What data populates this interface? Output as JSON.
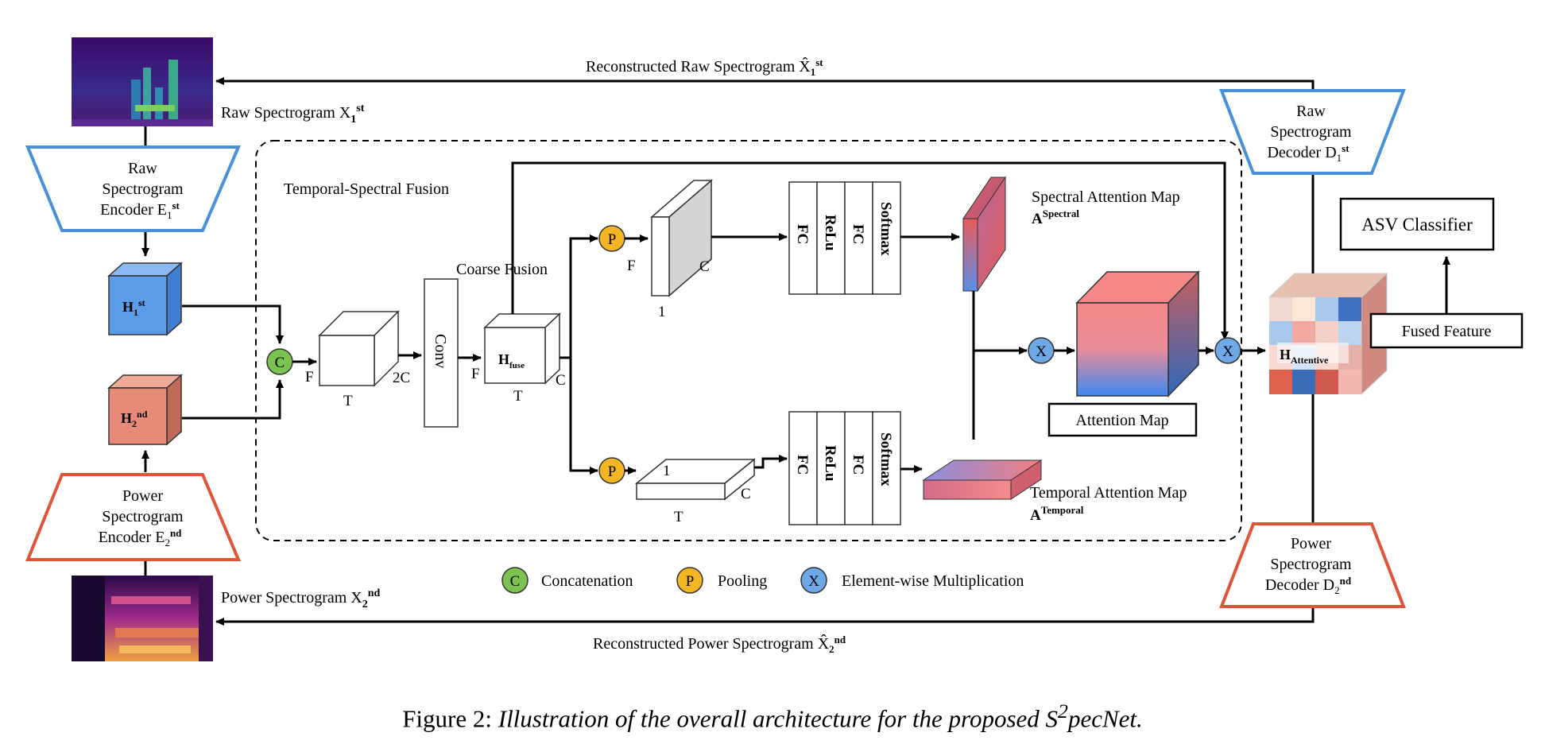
{
  "encoders": {
    "raw": {
      "line1": "Raw",
      "line2": "Spectrogram",
      "line3": "Encoder E",
      "sub": "1",
      "sup": "st"
    },
    "power": {
      "line1": "Power",
      "line2": "Spectrogram",
      "line3": "Encoder E",
      "sub": "2",
      "sup": "nd"
    }
  },
  "decoders": {
    "raw": {
      "line1": "Raw",
      "line2": "Spectrogram",
      "line3": "Decoder D",
      "sub": "1",
      "sup": "st"
    },
    "power": {
      "line1": "Power",
      "line2": "Spectrogram",
      "line3": "Decoder D",
      "sub": "2",
      "sup": "nd"
    }
  },
  "spectrograms": {
    "raw_label": "Raw Spectrogram X",
    "raw_sub": "1",
    "raw_sup": "st",
    "power_label": "Power Spectrogram X",
    "power_sub": "2",
    "power_sup": "nd"
  },
  "reconstructed": {
    "raw_label": "Reconstructed Raw Spectrogram X̂",
    "raw_sub": "1",
    "raw_sup": "st",
    "power_label": "Reconstructed Power Spectrogram X̂",
    "power_sub": "2",
    "power_sup": "nd"
  },
  "features": {
    "h1": "H",
    "h1_sub": "1",
    "h1_sup": "st",
    "h2": "H",
    "h2_sub": "2",
    "h2_sup": "nd",
    "hfuse": "H",
    "hfuse_sub": "fuse",
    "hatt": "H",
    "hatt_sub": "Attentive"
  },
  "fusion": {
    "title": "Temporal-Spectral Fusion",
    "coarse": "Coarse Fusion",
    "conv": "Conv",
    "dim_F": "F",
    "dim_T": "T",
    "dim_2C": "2C",
    "dim_C": "C",
    "dim_1": "1"
  },
  "ops": {
    "concat": "C",
    "pool": "P",
    "mult": "X"
  },
  "mlp": [
    "FC",
    "ReLu",
    "FC",
    "Softmax"
  ],
  "maps": {
    "spectral": "Spectral Attention Map",
    "spectral_sym": "A",
    "spectral_sup": "Spectral",
    "temporal": "Temporal Attention Map",
    "temporal_sym": "A",
    "temporal_sup": "Temporal",
    "attention": "Attention Map"
  },
  "classifier": {
    "asv": "ASV Classifier",
    "fused": "Fused Feature"
  },
  "legend": {
    "concat": "Concatenation",
    "pool": "Pooling",
    "mult": "Element-wise Multiplication"
  },
  "caption": {
    "prefix": "Figure 2: ",
    "text": "Illustration of the overall architecture for the proposed S",
    "sup": "2",
    "suffix": "pecNet."
  },
  "colors": {
    "encoder_raw": "#4a90d9",
    "encoder_power": "#e0553a",
    "concat": "#7cc250",
    "pool": "#f5b623",
    "mult": "#6fa8e6",
    "h1_cube": "#5b9ce6",
    "h2_cube": "#e88a78",
    "attention_top": "#f08585",
    "attention_bottom": "#4a8ef0"
  }
}
